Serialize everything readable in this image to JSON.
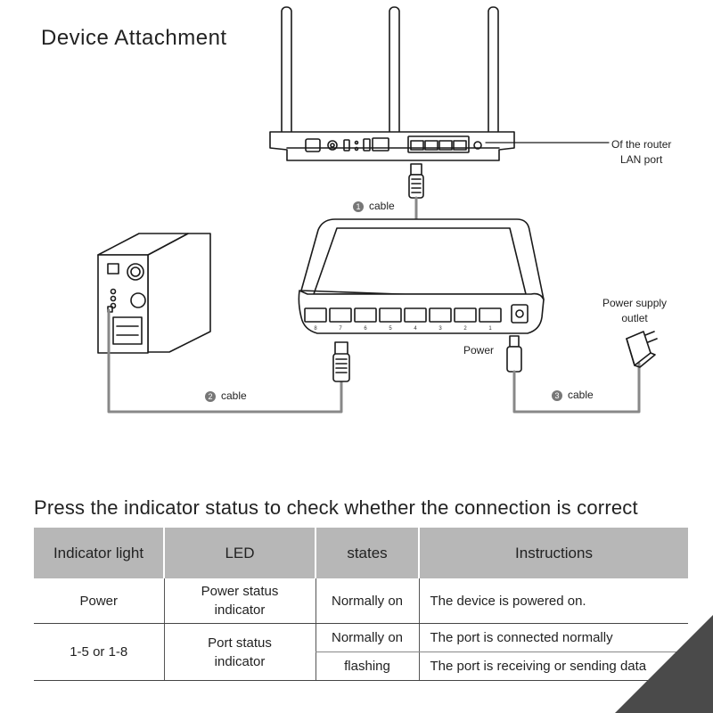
{
  "title": "Device Attachment",
  "labels": {
    "router_lan_line1": "Of the router",
    "router_lan_line2": "LAN port",
    "cable1_num": "1",
    "cable1_text": "cable",
    "cable2_num": "2",
    "cable2_text": "cable",
    "cable3_num": "3",
    "cable3_text": "cable",
    "power": "Power",
    "outlet_line1": "Power supply",
    "outlet_line2": "outlet"
  },
  "table": {
    "heading": "Press the indicator status to check whether the connection is correct",
    "headers": [
      "Indicator light",
      "LED",
      "states",
      "Instructions"
    ],
    "rows": [
      {
        "indicator": "Power",
        "led_line1": "Power status",
        "led_line2": "indicator",
        "state": "Normally on",
        "instruction": "The device is powered on."
      },
      {
        "indicator": "1-5 or 1-8",
        "led_line1": "Port status",
        "led_line2": "indicator",
        "states": [
          {
            "state": "Normally on",
            "instruction": "The port is connected normally"
          },
          {
            "state": "flashing",
            "instruction": "The port is receiving or sending data"
          }
        ]
      }
    ]
  },
  "colors": {
    "table_header_bg": "#b7b7b7",
    "corner_accent": "#4a4a4a",
    "line_art": "#1a1a1a"
  }
}
